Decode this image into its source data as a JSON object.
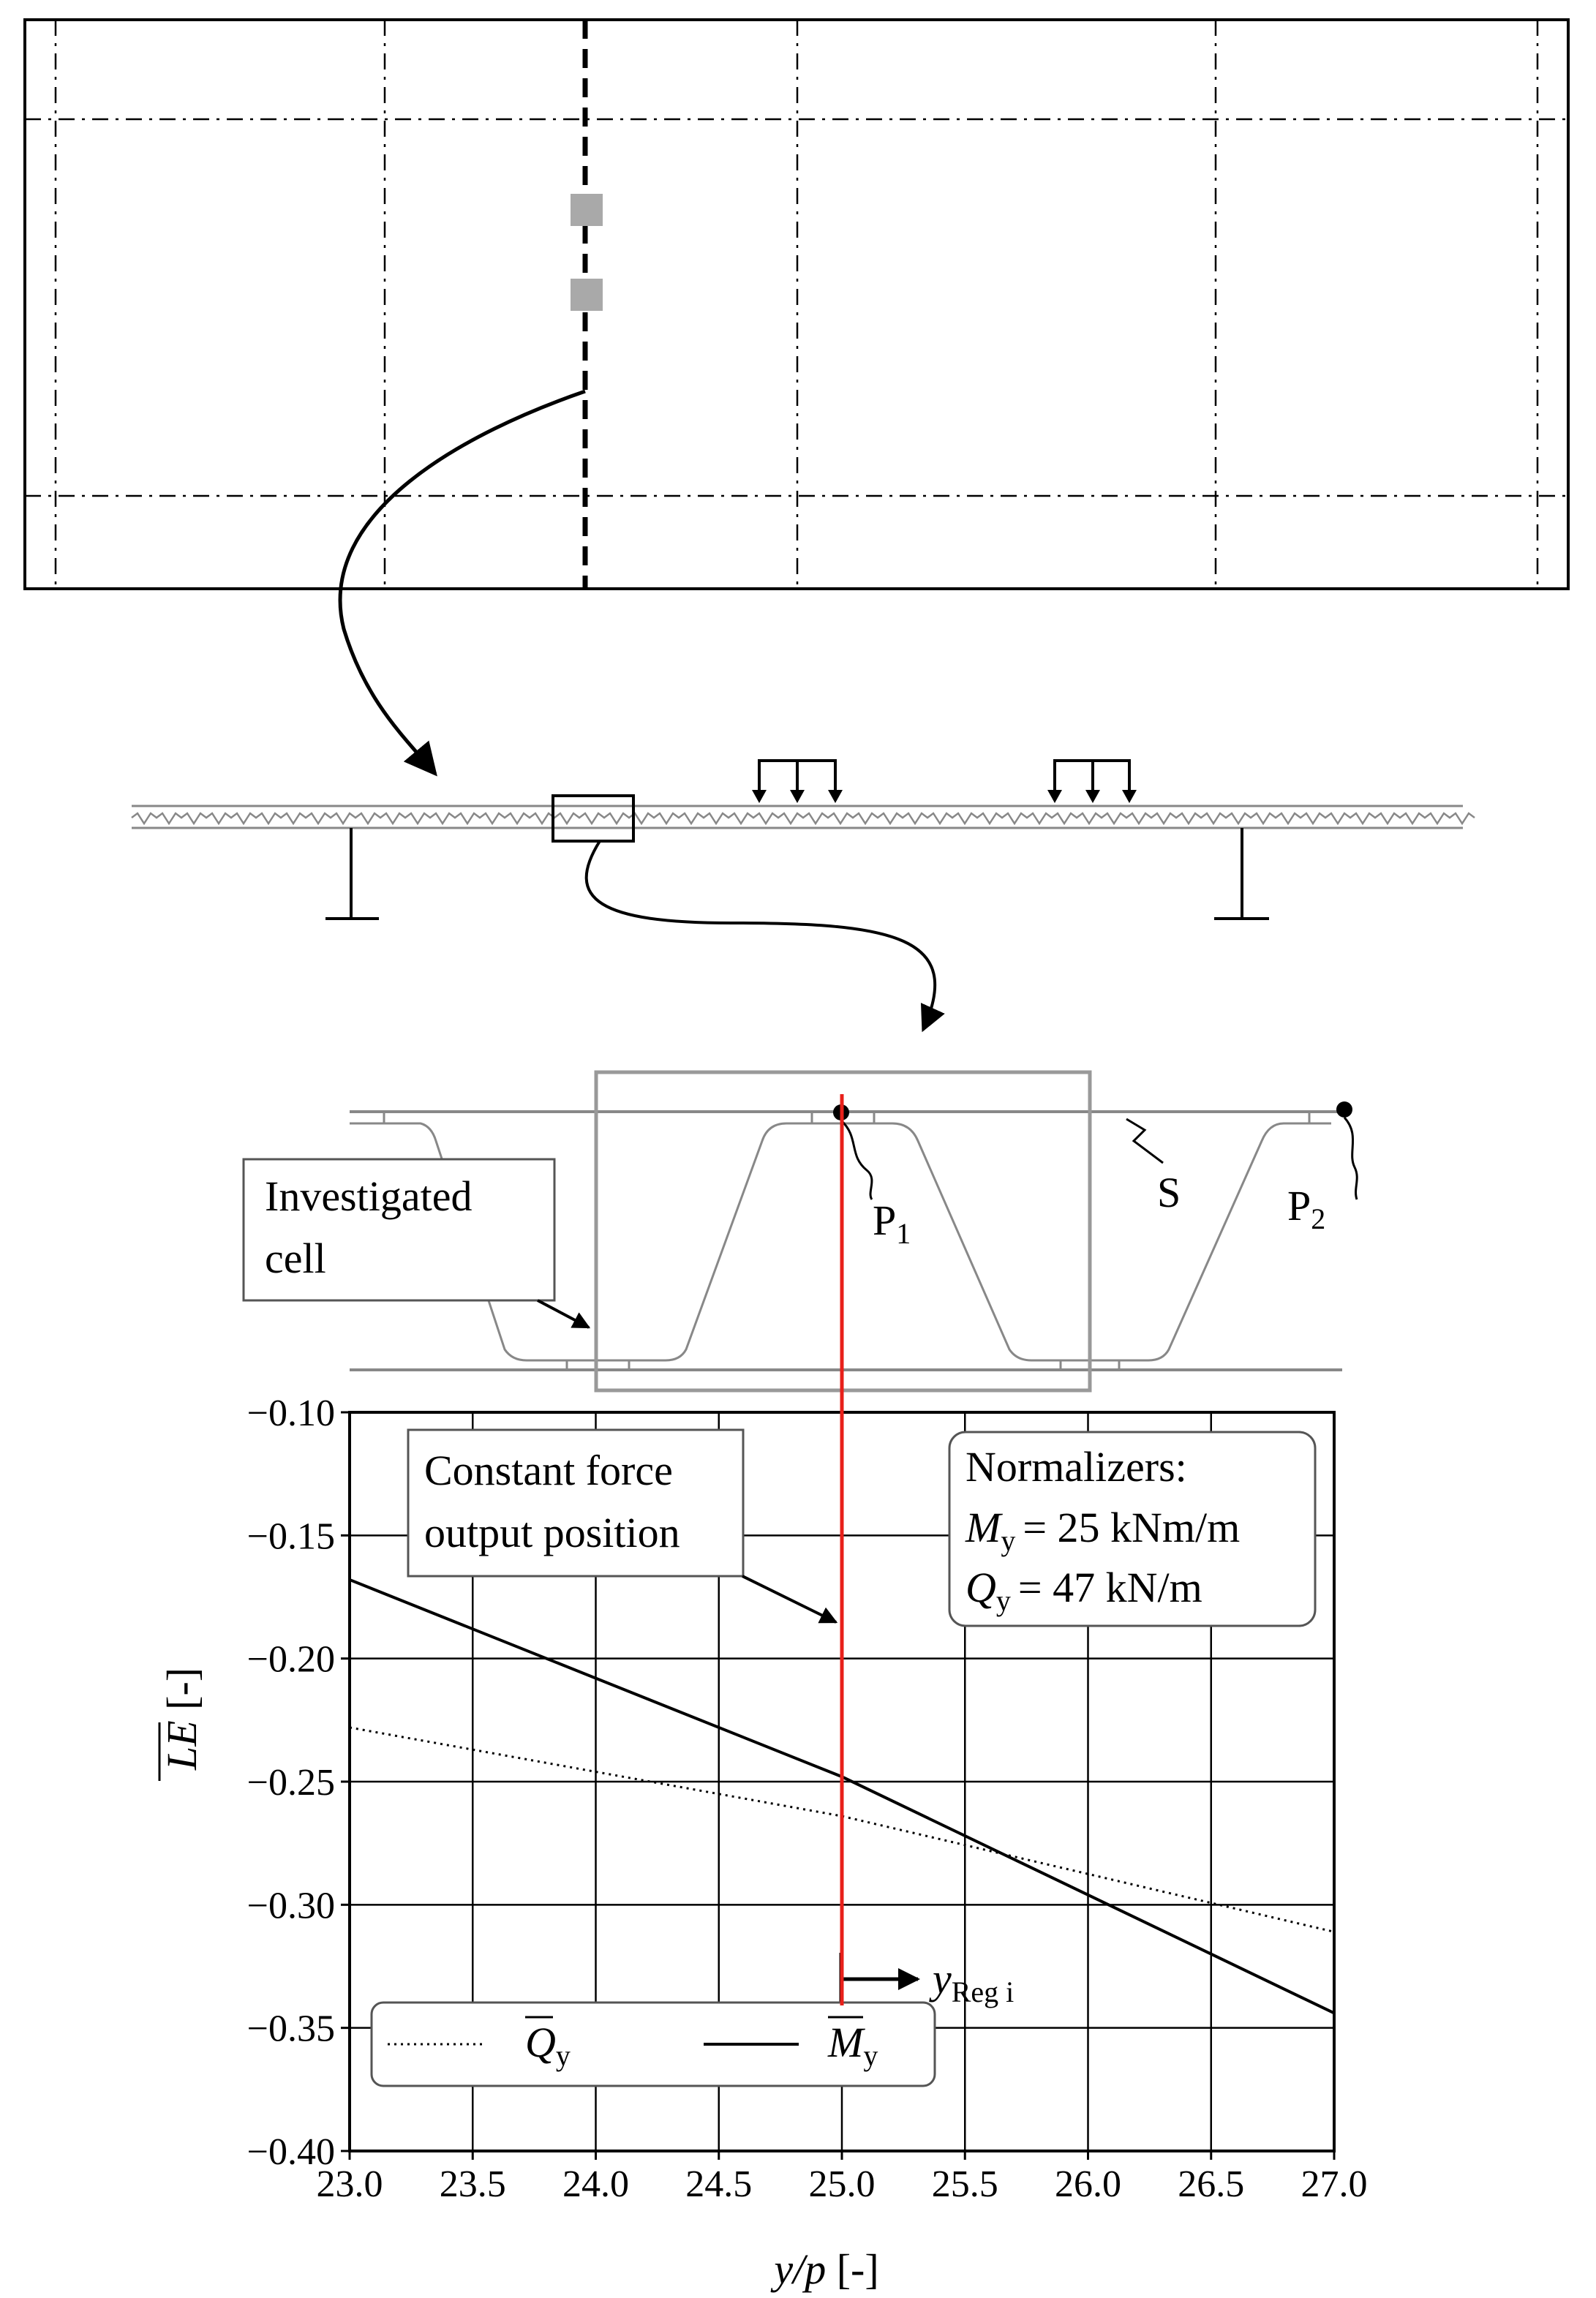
{
  "plan_view": {
    "description_hidden": "",
    "marker_count": 2
  },
  "cross_section": {
    "load_groups": 2
  },
  "detail": {
    "investigated_cell_label": [
      "Investigated",
      "cell"
    ],
    "p1": "P",
    "p1_sub": "1",
    "p2": "P",
    "p2_sub": "2",
    "s_label": "S",
    "accent_color": "#e8201a"
  },
  "chart_data": {
    "type": "line",
    "xlabel": "y/p [-]",
    "ylabel": "LE [-]",
    "xlim": [
      23.0,
      27.0
    ],
    "ylim": [
      -0.4,
      -0.1
    ],
    "x_ticks": [
      "23.0",
      "23.5",
      "24.0",
      "24.5",
      "25.0",
      "25.5",
      "26.0",
      "26.5",
      "27.0"
    ],
    "y_ticks": [
      "−0.10",
      "−0.15",
      "−0.20",
      "−0.25",
      "−0.30",
      "−0.35",
      "−0.40"
    ],
    "grid": true,
    "legend_position": "bottom-left",
    "series": [
      {
        "name": "Q̄y",
        "style": "dotted",
        "x": [
          23.0,
          25.0,
          27.0
        ],
        "y": [
          -0.228,
          -0.264,
          -0.311
        ]
      },
      {
        "name": "M̄y",
        "style": "solid",
        "x": [
          23.0,
          25.0,
          27.0
        ],
        "y": [
          -0.168,
          -0.248,
          -0.344
        ]
      }
    ],
    "vertical_line_x": 25.0,
    "annotations": {
      "constant_force": [
        "Constant force",
        "output position"
      ],
      "normalizers_title": "Normalizers:",
      "normalizer_my": "= 25 kNm/m",
      "normalizer_qy": "= 47 kN/m",
      "my_symbol": "M",
      "qy_symbol": "Q",
      "y_sub": "y",
      "yreg_symbol": "y",
      "yreg_sub": "Reg i"
    }
  }
}
